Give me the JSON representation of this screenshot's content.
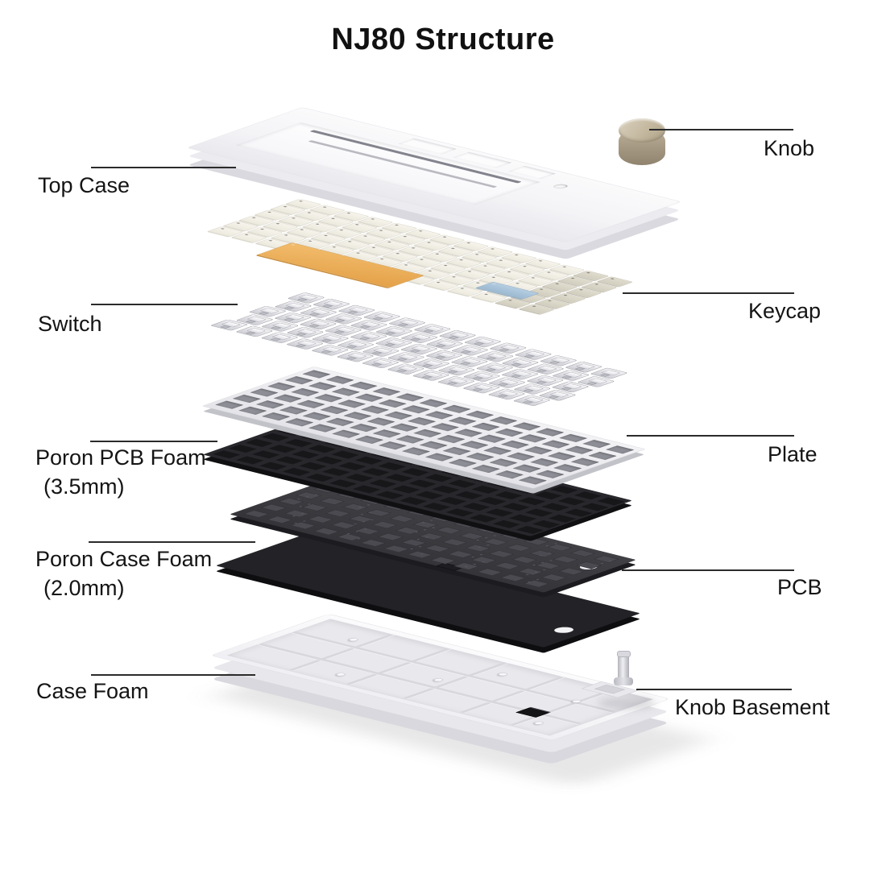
{
  "title": "NJ80 Structure",
  "labels": {
    "top_case": {
      "text": "Top Case"
    },
    "knob": {
      "text": "Knob"
    },
    "switch": {
      "text": "Switch"
    },
    "keycap": {
      "text": "Keycap"
    },
    "poron_pcb_foam": {
      "line1": "Poron PCB Foam",
      "line2": "(3.5mm)"
    },
    "plate": {
      "text": "Plate"
    },
    "poron_case_foam": {
      "line1": "Poron Case Foam",
      "line2": "(2.0mm)"
    },
    "pcb": {
      "text": "PCB"
    },
    "case_foam": {
      "text": "Case Foam"
    },
    "knob_basement": {
      "text": "Knob Basement"
    }
  },
  "diagram": {
    "layers_top_to_bottom": [
      "Knob",
      "Top Case",
      "Keycap",
      "Switch",
      "Plate",
      "Poron PCB Foam (3.5mm)",
      "PCB",
      "Poron Case Foam (2.0mm)",
      "Case Foam",
      "Knob Basement"
    ],
    "colors": {
      "case_white": "#f6f6f8",
      "keycap_cream": "#f3f0e7",
      "keycap_beige": "#dbd7c9",
      "keycap_orange": "#e9ab55",
      "keycap_blue": "#a9c4da",
      "plate_silver": "#ededf0",
      "foam_black": "#26262a",
      "pcb_dark": "#3a3a3f",
      "knob_gold": "#b3a78f",
      "leader_line": "#2b2b2b"
    },
    "keycap_grid": {
      "rows": 6,
      "cols": 14
    },
    "switch_grid": {
      "rows": 5,
      "cols": 13
    },
    "plate_grid": {
      "rows": 6,
      "cols": 14
    },
    "pcb_foam_grid": {
      "rows": 6,
      "cols": 14
    },
    "pcb_pad_grid": {
      "rows": 5,
      "cols": 13
    }
  }
}
